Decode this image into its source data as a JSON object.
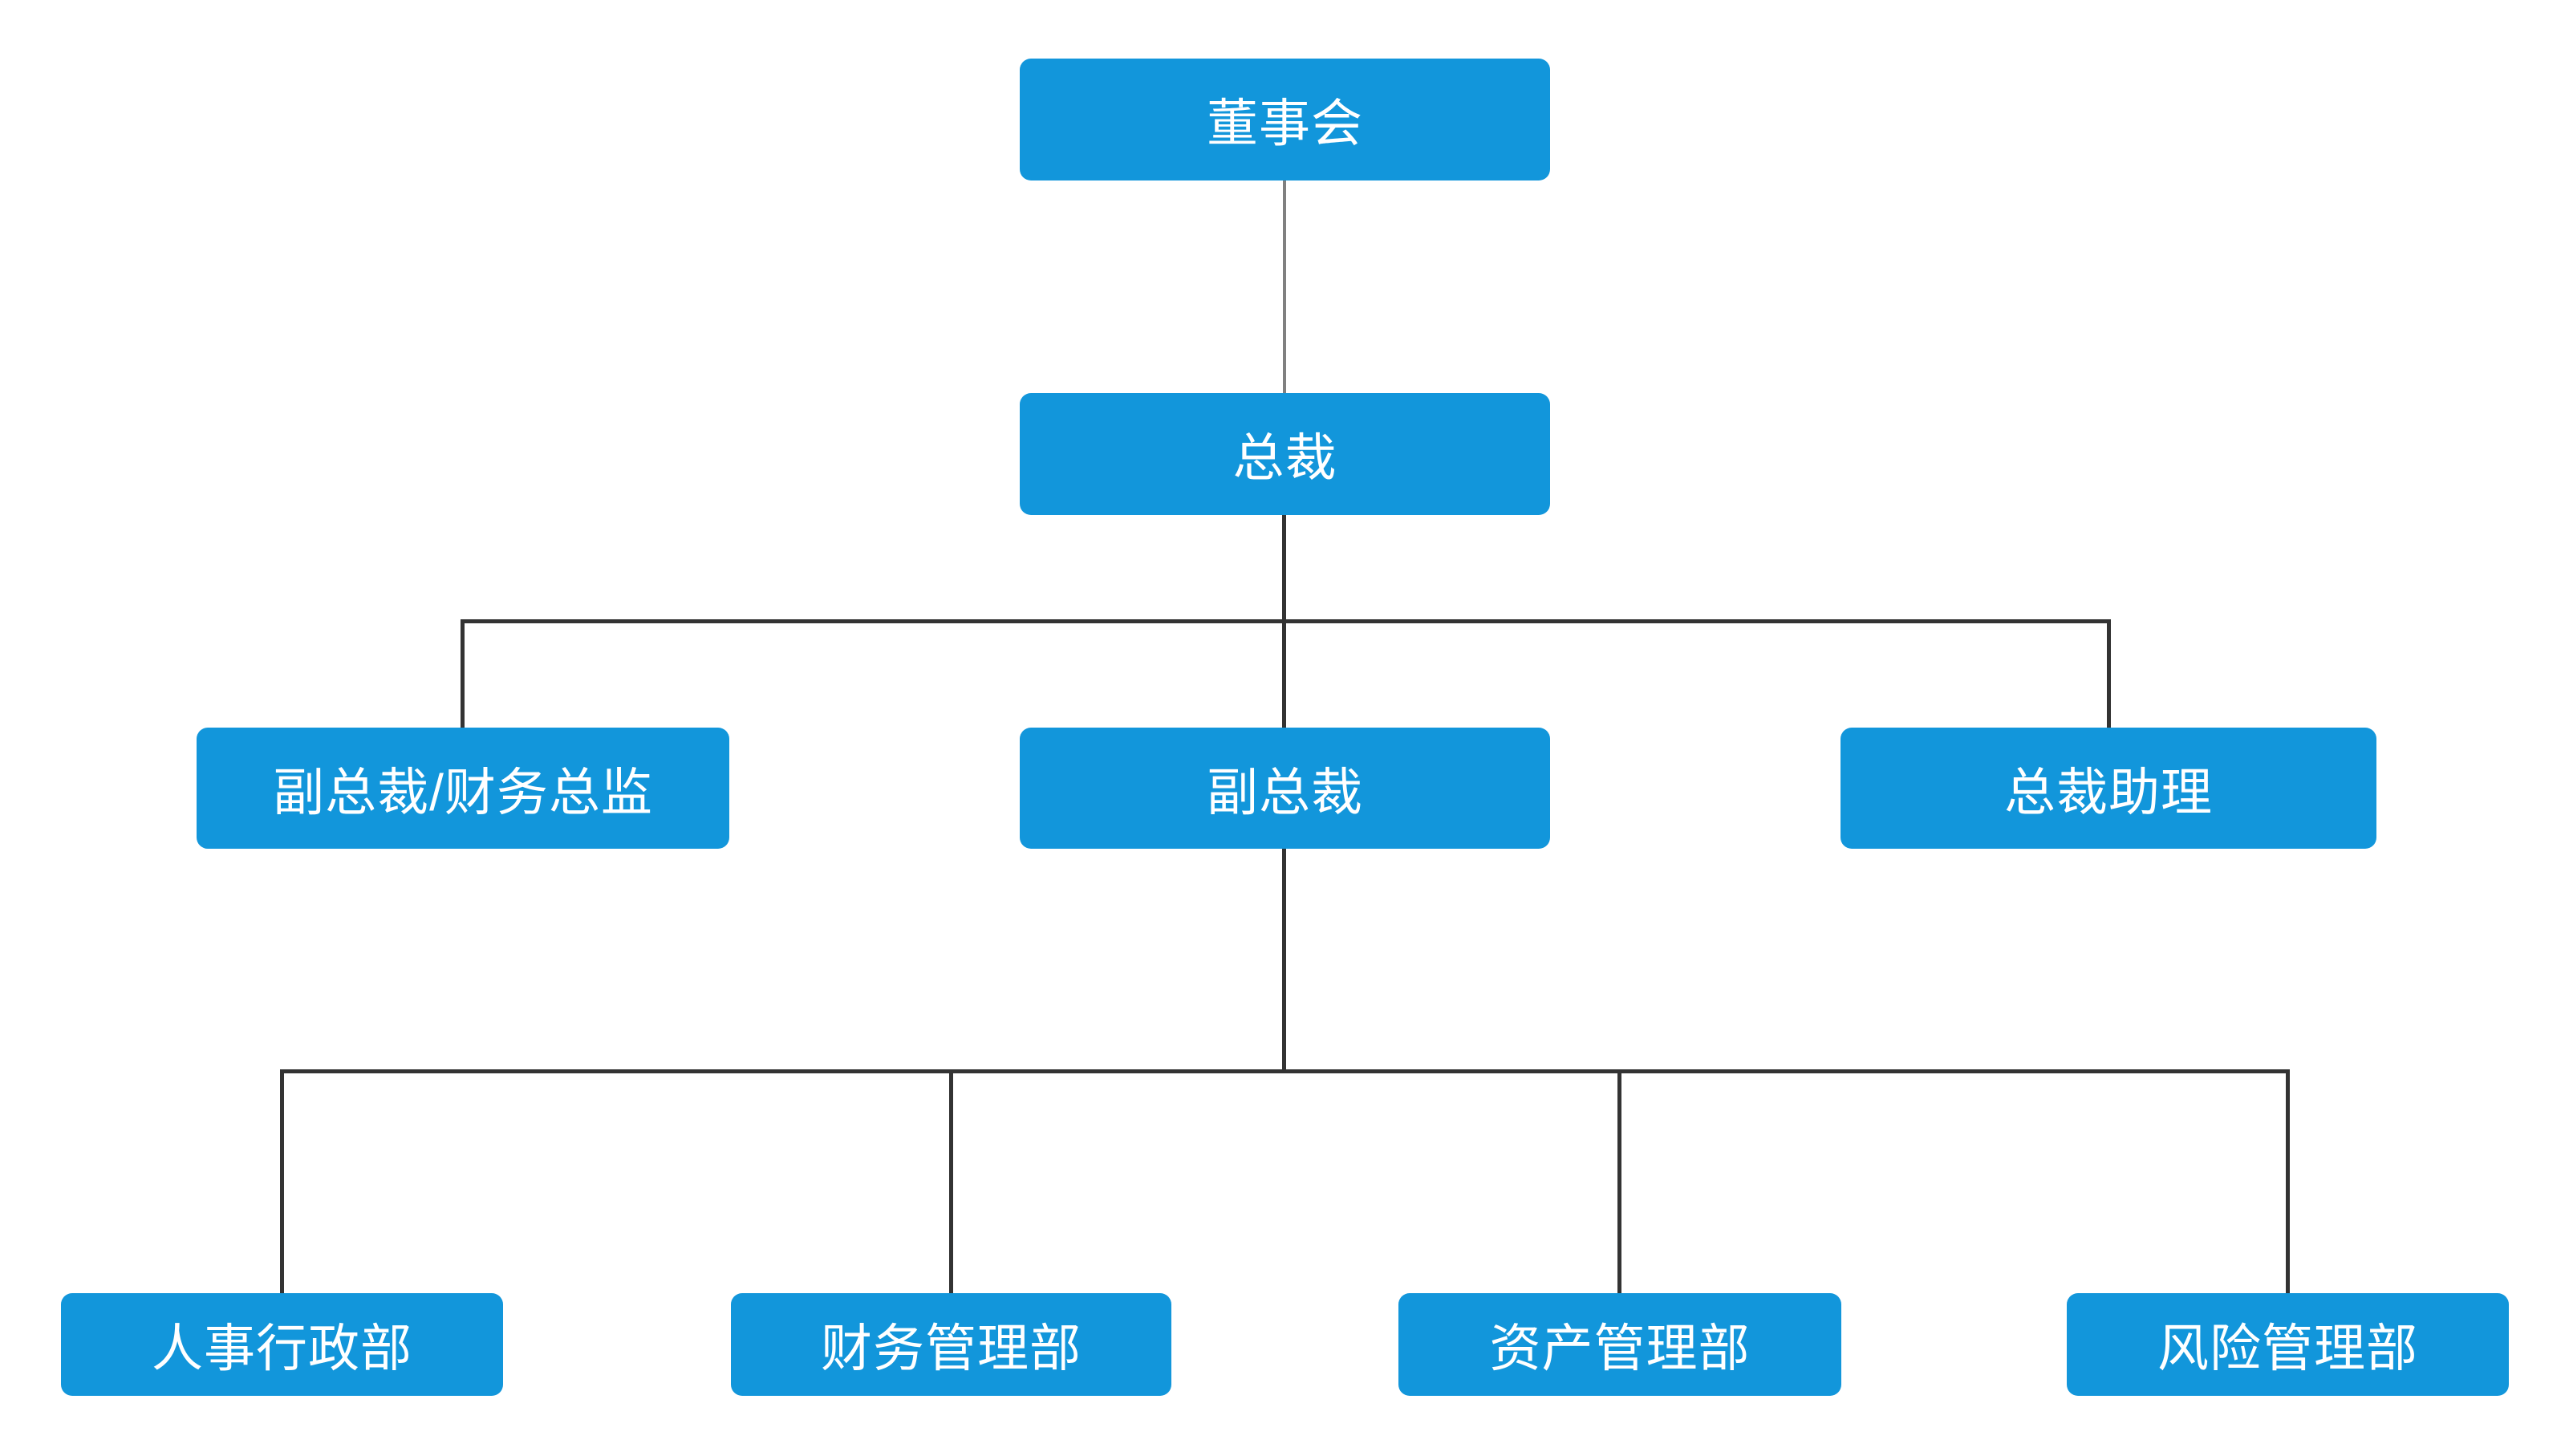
{
  "diagram": {
    "type": "org-chart",
    "colors": {
      "node-fill": "#1296db",
      "node-text": "#ffffff",
      "connector-dark": "#333333",
      "connector-gray": "#808080",
      "background": "#ffffff"
    },
    "nodes": {
      "board": {
        "label": "董事会"
      },
      "president": {
        "label": "总裁"
      },
      "vp_cfo": {
        "label": "副总裁/财务总监"
      },
      "vp": {
        "label": "副总裁"
      },
      "assistant": {
        "label": "总裁助理"
      },
      "hr_admin": {
        "label": "人事行政部"
      },
      "finance": {
        "label": "财务管理部"
      },
      "asset": {
        "label": "资产管理部"
      },
      "risk": {
        "label": "风险管理部"
      }
    },
    "edges": [
      {
        "from": "董事会",
        "to": "总裁"
      },
      {
        "from": "总裁",
        "to": "副总裁/财务总监"
      },
      {
        "from": "总裁",
        "to": "副总裁"
      },
      {
        "from": "总裁",
        "to": "总裁助理"
      },
      {
        "from": "副总裁",
        "to": "人事行政部"
      },
      {
        "from": "副总裁",
        "to": "财务管理部"
      },
      {
        "from": "副总裁",
        "to": "资产管理部"
      },
      {
        "from": "副总裁",
        "to": "风险管理部"
      }
    ]
  }
}
